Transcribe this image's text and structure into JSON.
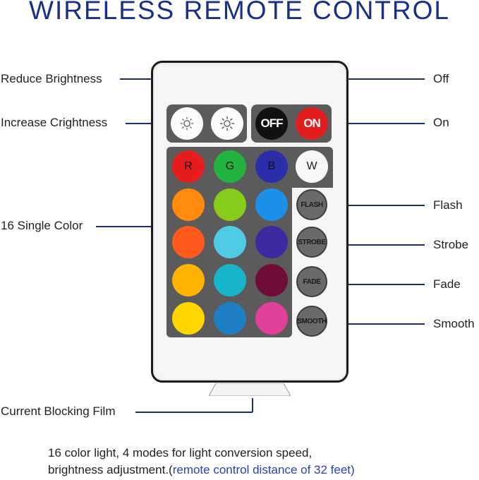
{
  "title": "WIRELESS REMOTE CONTROL",
  "labels": {
    "reduce_brightness": "Reduce Brightness",
    "increase_brightness": "Increase Crightness",
    "single_color": "16 Single Color",
    "off": "Off",
    "on": "On",
    "flash": "Flash",
    "strobe": "Strobe",
    "fade": "Fade",
    "smooth": "Smooth",
    "film": "Current Blocking Film"
  },
  "buttons": {
    "off": "OFF",
    "on": "ON",
    "r": "R",
    "g": "G",
    "b": "B",
    "w": "W",
    "flash": "FLASH",
    "strobe": "STROBE",
    "fade": "FADE",
    "smooth": "SMOOTH"
  },
  "icons": {
    "reduce_brightness": "sun-dim-icon",
    "increase_brightness": "sun-bright-icon"
  },
  "colors": {
    "title": "#1a2f8a",
    "accent_text": "#2a3fbf",
    "off_button": "#111111",
    "on_button": "#e21d1d",
    "red": "#e51d1d",
    "green": "#22b340",
    "blue": "#2a2ea8",
    "white": "#f7f7f7",
    "row1": [
      "#ff8a0d",
      "#86cc1a",
      "#1e8fe6"
    ],
    "row2": [
      "#ff5a1e",
      "#4fcbe6",
      "#3d2aa0"
    ],
    "row3": [
      "#ffb300",
      "#17b5c9",
      "#6e0d3a"
    ],
    "row4": [
      "#ffd600",
      "#1e7fc2",
      "#e0409a"
    ]
  },
  "footer": {
    "line1": "16 color light, 4 modes for light conversion speed,",
    "line2_main": "brightness adjustment.(",
    "line2_accent": "remote control distance of 32 feet)"
  }
}
